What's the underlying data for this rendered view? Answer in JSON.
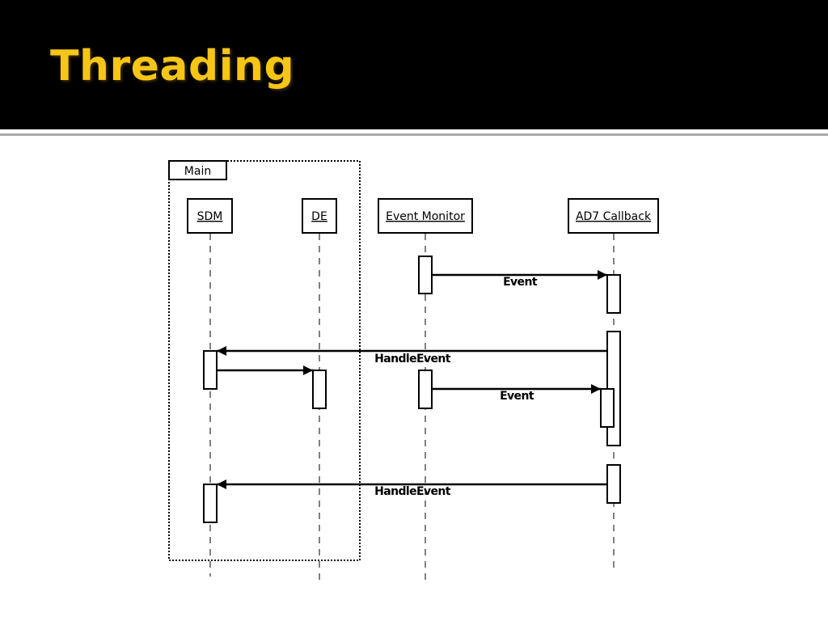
{
  "slide": {
    "title": "Threading",
    "accent_color": "#f5c518",
    "header_background": "#000000"
  },
  "diagram": {
    "frame_label": "Main",
    "participants": [
      {
        "id": "sdm",
        "label": "SDM"
      },
      {
        "id": "de",
        "label": "DE"
      },
      {
        "id": "event-monitor",
        "label": "Event Monitor"
      },
      {
        "id": "ad7-callback",
        "label": "AD7 Callback"
      }
    ],
    "messages": [
      {
        "from": "Event Monitor",
        "to": "AD7 Callback",
        "label": "Event"
      },
      {
        "from": "AD7 Callback",
        "to": "SDM",
        "label": "HandleEvent"
      },
      {
        "from": "SDM",
        "to": "DE",
        "label": ""
      },
      {
        "from": "Event Monitor",
        "to": "AD7 Callback",
        "label": "Event"
      },
      {
        "from": "AD7 Callback",
        "to": "SDM",
        "label": "HandleEvent"
      }
    ]
  }
}
